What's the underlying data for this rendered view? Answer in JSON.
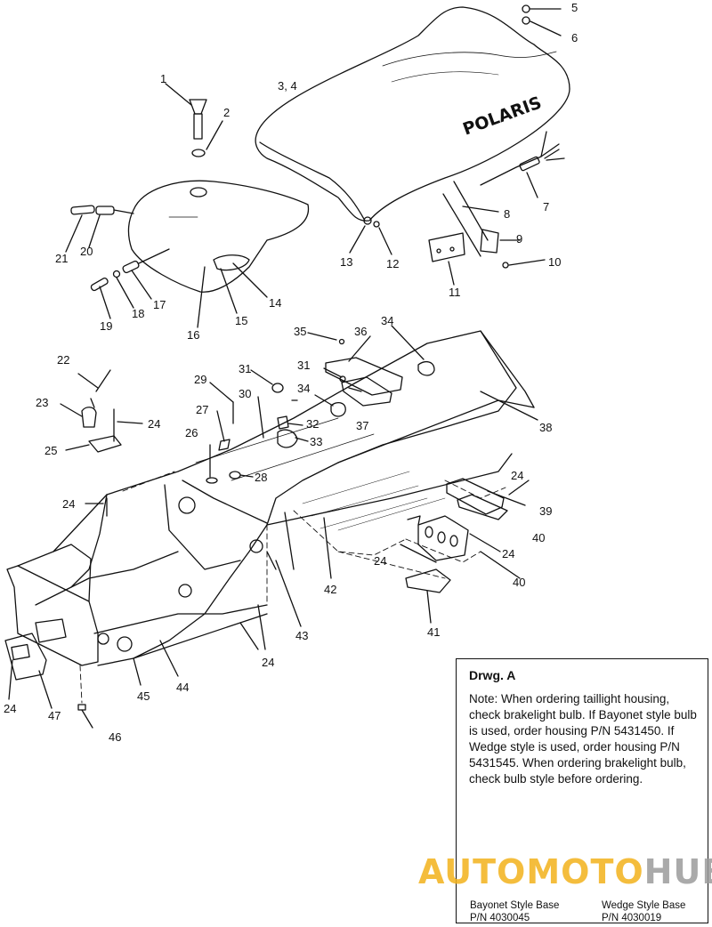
{
  "diagram": {
    "brand_text": "POLARIS",
    "labels": [
      {
        "id": "1",
        "text": "1"
      },
      {
        "id": "2",
        "text": "2"
      },
      {
        "id": "3-4",
        "text": "3, 4"
      },
      {
        "id": "5",
        "text": "5"
      },
      {
        "id": "6",
        "text": "6"
      },
      {
        "id": "7",
        "text": "7"
      },
      {
        "id": "8",
        "text": "8"
      },
      {
        "id": "9",
        "text": "9"
      },
      {
        "id": "10",
        "text": "10"
      },
      {
        "id": "11",
        "text": "11"
      },
      {
        "id": "12",
        "text": "12"
      },
      {
        "id": "13",
        "text": "13"
      },
      {
        "id": "14",
        "text": "14"
      },
      {
        "id": "15",
        "text": "15"
      },
      {
        "id": "16",
        "text": "16"
      },
      {
        "id": "17",
        "text": "17"
      },
      {
        "id": "18",
        "text": "18"
      },
      {
        "id": "19",
        "text": "19"
      },
      {
        "id": "20",
        "text": "20"
      },
      {
        "id": "21",
        "text": "21"
      },
      {
        "id": "22",
        "text": "22"
      },
      {
        "id": "23",
        "text": "23"
      },
      {
        "id": "24a",
        "text": "24"
      },
      {
        "id": "25",
        "text": "25"
      },
      {
        "id": "24b",
        "text": "24"
      },
      {
        "id": "26",
        "text": "26"
      },
      {
        "id": "27",
        "text": "27"
      },
      {
        "id": "28",
        "text": "28"
      },
      {
        "id": "29",
        "text": "29"
      },
      {
        "id": "30",
        "text": "30"
      },
      {
        "id": "31a",
        "text": "31"
      },
      {
        "id": "31b",
        "text": "31"
      },
      {
        "id": "32",
        "text": "32"
      },
      {
        "id": "33",
        "text": "33"
      },
      {
        "id": "34a",
        "text": "34"
      },
      {
        "id": "34b",
        "text": "34"
      },
      {
        "id": "35",
        "text": "35"
      },
      {
        "id": "36",
        "text": "36"
      },
      {
        "id": "37",
        "text": "37"
      },
      {
        "id": "38",
        "text": "38"
      },
      {
        "id": "24c",
        "text": "24"
      },
      {
        "id": "39",
        "text": "39"
      },
      {
        "id": "40a",
        "text": "40"
      },
      {
        "id": "24d",
        "text": "24"
      },
      {
        "id": "24e",
        "text": "24"
      },
      {
        "id": "40b",
        "text": "40"
      },
      {
        "id": "41",
        "text": "41"
      },
      {
        "id": "42",
        "text": "42"
      },
      {
        "id": "43",
        "text": "43"
      },
      {
        "id": "24f",
        "text": "24"
      },
      {
        "id": "44",
        "text": "44"
      },
      {
        "id": "45",
        "text": "45"
      },
      {
        "id": "46",
        "text": "46"
      },
      {
        "id": "47",
        "text": "47"
      },
      {
        "id": "24g",
        "text": "24"
      }
    ]
  },
  "note": {
    "title": "Drwg. A",
    "text": "Note: When ordering taillight housing, check brakelight bulb.  If Bayonet style bulb is  used, order housing P/N 5431450.  If Wedge style is used, order housing P/N 5431545.  When ordering brakelight bulb, check bulb style before ordering.",
    "bayonet_line1": "Bayonet Style Base",
    "bayonet_line2": "P/N 4030045",
    "wedge_line1": "Wedge Style Base",
    "wedge_line2": "P/N 4030019"
  },
  "watermark": {
    "part_a": "AUTOMOTO",
    "part_b": "HUB",
    "color_a": "#f3b21c",
    "color_b": "#9c9c9c",
    "triangle_color": "#e8332a"
  }
}
